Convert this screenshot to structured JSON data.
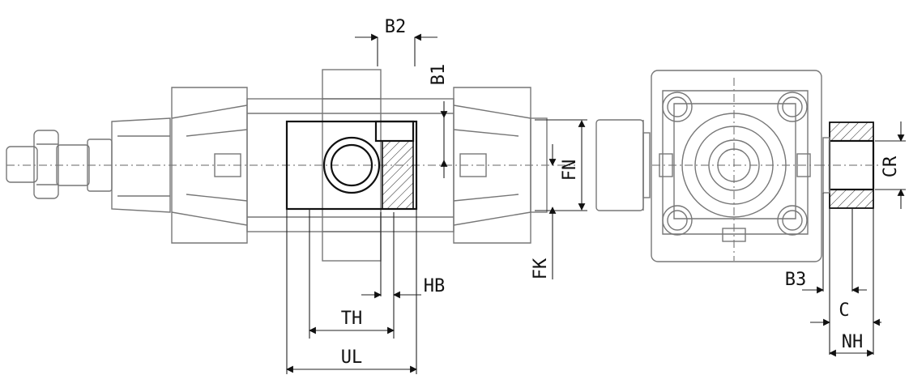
{
  "labels": {
    "b2": "B2",
    "b1": "B1",
    "fn": "FN",
    "fk": "FK",
    "hb": "HB",
    "th": "TH",
    "ul": "UL",
    "cr": "CR",
    "b3": "B3",
    "c": "C",
    "nh": "NH"
  }
}
